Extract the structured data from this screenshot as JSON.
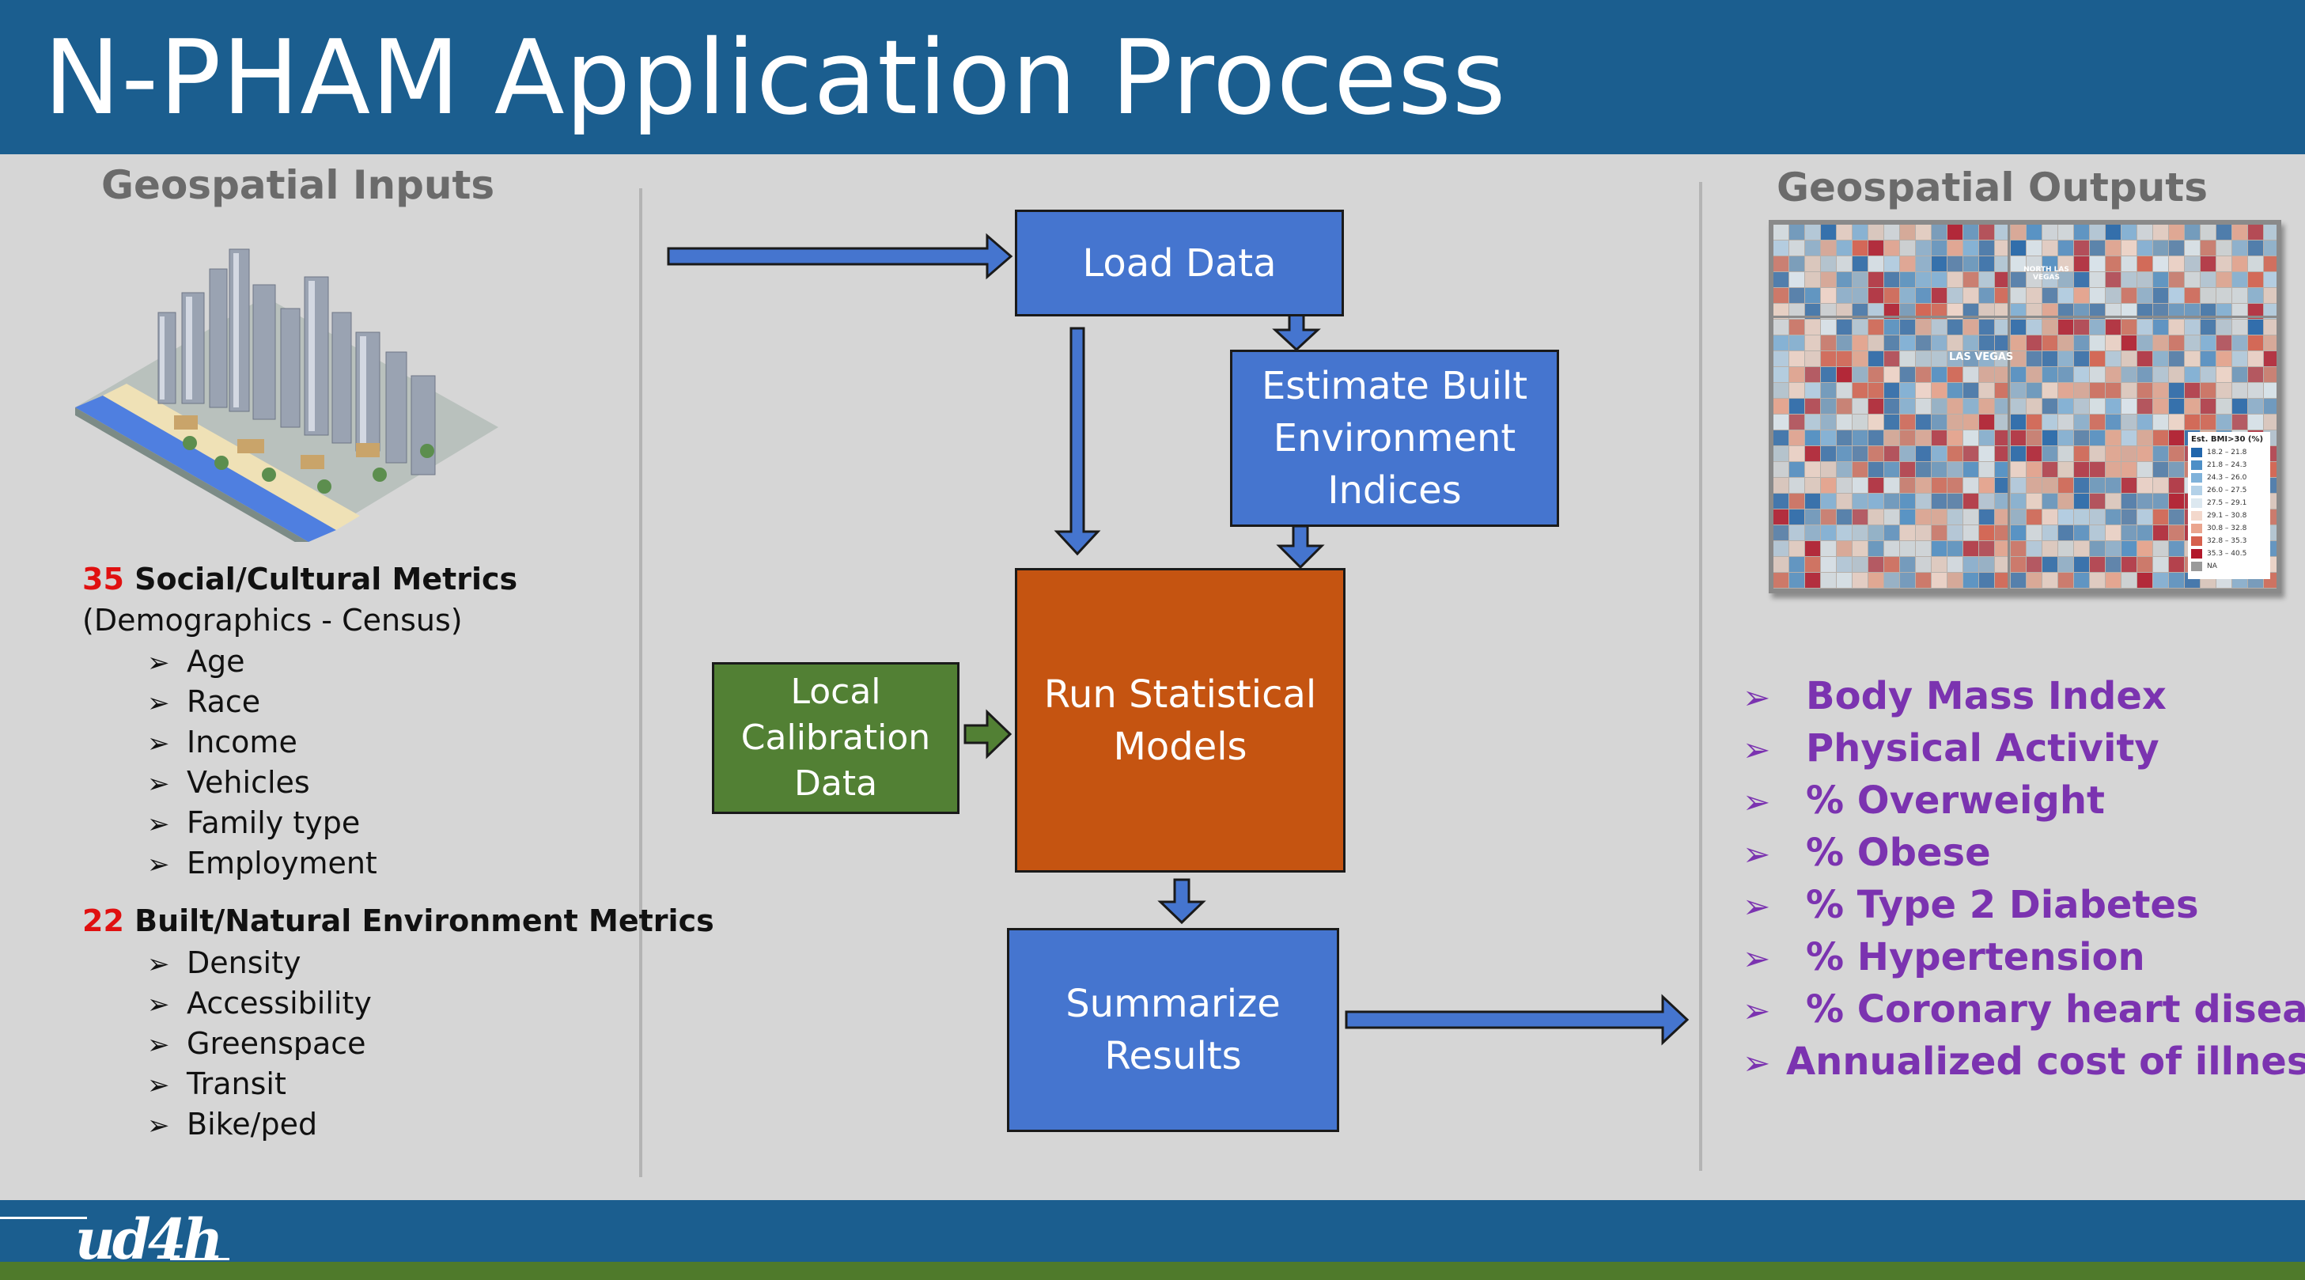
{
  "slide": {
    "title": "N-PHAM Application Process"
  },
  "inputs": {
    "title": "Geospatial Inputs",
    "social": {
      "count": "35",
      "label": "Social/Cultural Metrics",
      "sub": "(Demographics - Census)",
      "items": [
        "Age",
        "Race",
        "Income",
        "Vehicles",
        "Family type",
        "Employment"
      ]
    },
    "built": {
      "count": "22",
      "label": "Built/Natural Environment Metrics",
      "items": [
        "Density",
        "Accessibility",
        "Greenspace",
        "Transit",
        "Bike/ped"
      ]
    }
  },
  "process": {
    "load": "Load Data",
    "estimate": "Estimate Built\nEnvironment\nIndices",
    "run": "Run Statistical\nModels",
    "local": "Local\nCalibration\nData",
    "summarize": "Summarize\nResults"
  },
  "outputs": {
    "title": "Geospatial Outputs",
    "items": [
      "Body Mass Index",
      "Physical Activity",
      "% Overweight",
      "% Obese",
      "% Type 2 Diabetes",
      "% Hypertension",
      "% Coronary heart disease",
      "Annualized cost of illness"
    ],
    "map": {
      "legend_title": "Est. BMI>30 (%)",
      "legend_items": [
        "18.2 – 21.8",
        "21.8 – 24.3",
        "24.3 – 26.0",
        "26.0 – 27.5",
        "27.5 – 29.1",
        "29.1 – 30.8",
        "30.8 – 32.8",
        "32.8 – 35.3",
        "35.3 – 40.5",
        "NA"
      ],
      "legend_colors": [
        "#2166ac",
        "#4d8fc7",
        "#7fb2da",
        "#b3d1e8",
        "#dce8f0",
        "#f3d8cc",
        "#eaa58e",
        "#d6604d",
        "#b2182b",
        "#9a9a9a"
      ],
      "label_north": "NORTH LAS VEGAS",
      "label_city": "LAS VEGAS"
    }
  },
  "footer": {
    "logo": "ud4h"
  }
}
